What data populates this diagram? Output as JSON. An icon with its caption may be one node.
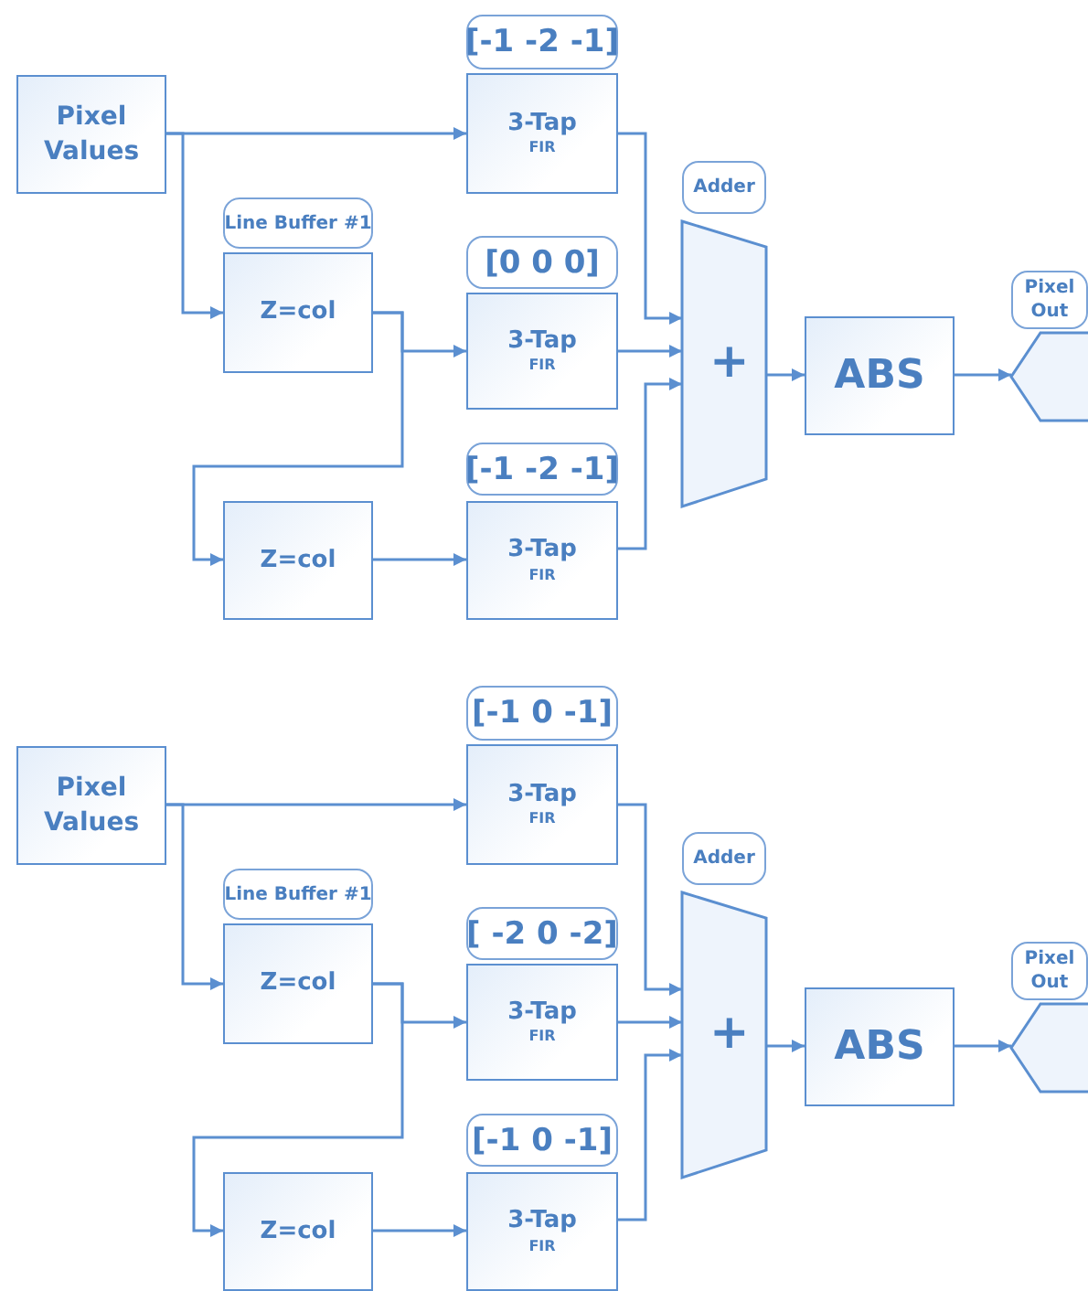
{
  "diagram": {
    "nodes": [
      {
        "text": [
          "Pixel Values"
        ]
      },
      {
        "text": [
          "Line Buffer #1",
          "Z=col"
        ]
      },
      {
        "text": [
          "Z=col"
        ]
      },
      {
        "text": [
          "[-1 -2 -1]",
          "3-Tap",
          "FIR"
        ]
      },
      {
        "text": [
          "[0 0 0]",
          "3-Tap",
          "FIR"
        ]
      },
      {
        "text": [
          "[-1 -2 -1]",
          "3-Tap",
          "FIR"
        ]
      },
      {
        "text": [
          "Adder",
          "+"
        ]
      },
      {
        "text": [
          "ABS"
        ]
      },
      {
        "text": [
          "Pixel Out"
        ]
      },
      {
        "text": [
          "Pixel Values"
        ]
      },
      {
        "text": [
          "Line Buffer #1",
          "Z=col"
        ]
      },
      {
        "text": [
          "Z=col"
        ]
      },
      {
        "text": [
          "[-1 0 -1]",
          "3-Tap",
          "FIR"
        ]
      },
      {
        "text": [
          "[ -2 0 -2]",
          "3-Tap",
          "FIR"
        ]
      },
      {
        "text": [
          "[-1 0 -1]",
          "3-Tap",
          "FIR"
        ]
      },
      {
        "text": [
          "Adder",
          "+"
        ]
      },
      {
        "text": [
          "ABS"
        ]
      },
      {
        "text": [
          "Pixel Out"
        ]
      }
    ],
    "edges": [
      {
        "from": 0,
        "to": 3,
        "arrow": "to"
      },
      {
        "from": 0,
        "to": 1,
        "arrow": "to"
      },
      {
        "from": 1,
        "to": 4,
        "arrow": "to"
      },
      {
        "from": 1,
        "to": 2,
        "arrow": "to"
      },
      {
        "from": 2,
        "to": 5,
        "arrow": "to"
      },
      {
        "from": 3,
        "to": 6,
        "arrow": "to"
      },
      {
        "from": 4,
        "to": 6,
        "arrow": "to"
      },
      {
        "from": 5,
        "to": 6,
        "arrow": "to"
      },
      {
        "from": 6,
        "to": 7,
        "arrow": "to"
      },
      {
        "from": 7,
        "to": 8,
        "arrow": "to"
      },
      {
        "from": 9,
        "to": 12,
        "arrow": "to"
      },
      {
        "from": 9,
        "to": 10,
        "arrow": "to"
      },
      {
        "from": 10,
        "to": 13,
        "arrow": "to"
      },
      {
        "from": 10,
        "to": 11,
        "arrow": "to"
      },
      {
        "from": 11,
        "to": 14,
        "arrow": "to"
      },
      {
        "from": 12,
        "to": 15,
        "arrow": "to"
      },
      {
        "from": 13,
        "to": 15,
        "arrow": "to"
      },
      {
        "from": 14,
        "to": 15,
        "arrow": "to"
      },
      {
        "from": 15,
        "to": 16,
        "arrow": "to"
      },
      {
        "from": 16,
        "to": 17,
        "arrow": "to"
      }
    ]
  }
}
